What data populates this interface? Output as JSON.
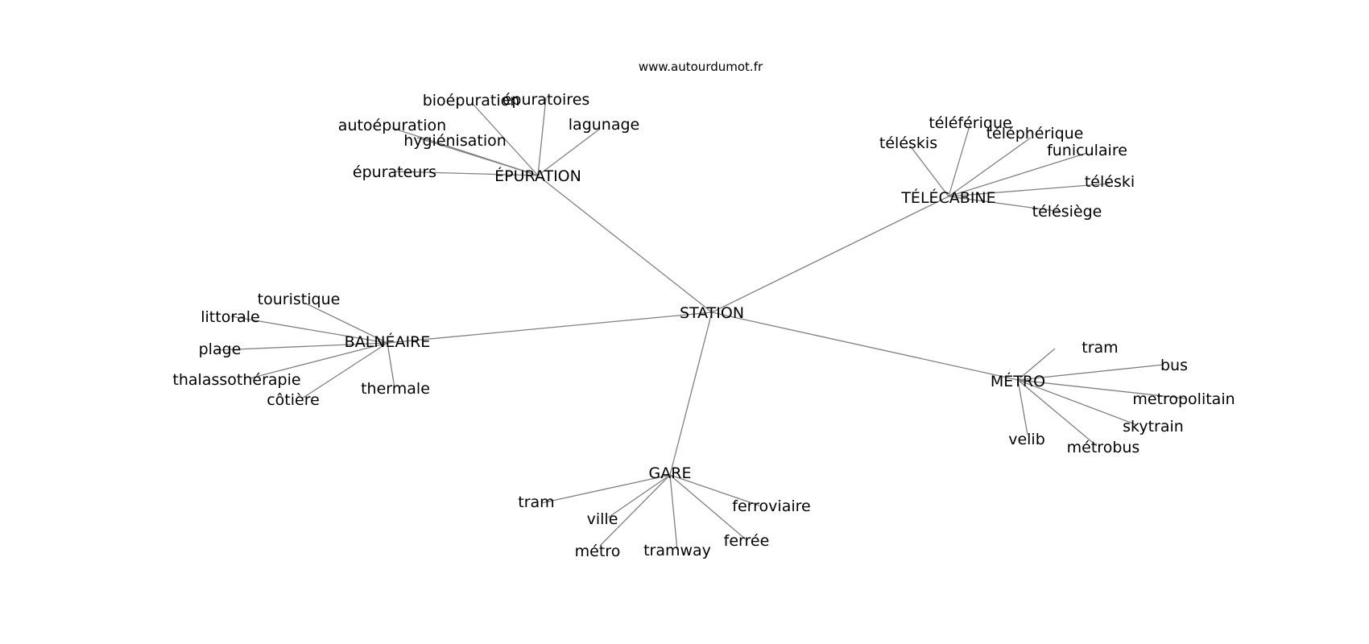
{
  "source_text": "www.autourdumot.fr",
  "graph": {
    "root": "STATION",
    "groups": [
      {
        "label": "ÉPURATION",
        "leaves": [
          "bioépuration",
          "épuratoires",
          "lagunage",
          "autoépuration",
          "hygiénisation",
          "épurateurs"
        ]
      },
      {
        "label": "TÉLÉCABINE",
        "leaves": [
          "téléférique",
          "téléskis",
          "téléphérique",
          "funiculaire",
          "téléski",
          "télésiège"
        ]
      },
      {
        "label": "BALNÉAIRE",
        "leaves": [
          "touristique",
          "littorale",
          "plage",
          "thalassothérapie",
          "côtière",
          "thermale"
        ]
      },
      {
        "label": "MÉTRO",
        "leaves": [
          "tram",
          "bus",
          "metropolitain",
          "skytrain",
          "métrobus",
          "velib"
        ]
      },
      {
        "label": "GARE",
        "leaves": [
          "tram",
          "ville",
          "ferroviaire",
          "métro",
          "tramway",
          "ferrée"
        ]
      }
    ]
  }
}
